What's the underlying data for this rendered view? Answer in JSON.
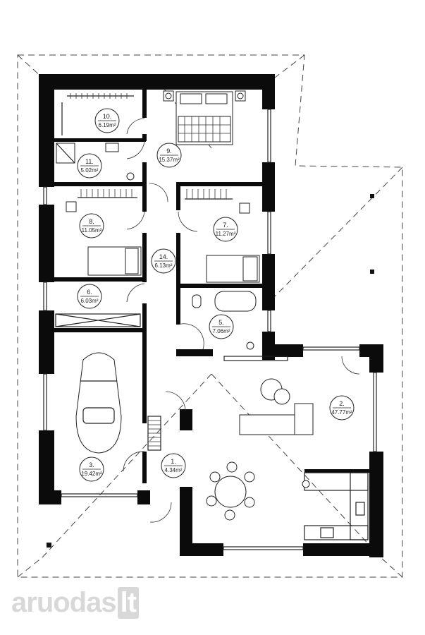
{
  "brand": {
    "name_main": "aruodas",
    "name_suffix": "lt"
  },
  "rooms": [
    {
      "id": "r10",
      "number": "10.",
      "area": "6.19m²"
    },
    {
      "id": "r11",
      "number": "11.",
      "area": "5.02m²"
    },
    {
      "id": "r9",
      "number": "9.",
      "area": "15.37m²"
    },
    {
      "id": "r8",
      "number": "8.",
      "area": "11.05m²"
    },
    {
      "id": "r7",
      "number": "7.",
      "area": "11.27m²"
    },
    {
      "id": "r14",
      "number": "14.",
      "area": "6.13m²"
    },
    {
      "id": "r6",
      "number": "6.",
      "area": "6.03m²"
    },
    {
      "id": "r5",
      "number": "5.",
      "area": "7.06m²"
    },
    {
      "id": "r2",
      "number": "2.",
      "area": "47.77m²"
    },
    {
      "id": "r3",
      "number": "3.",
      "area": "19.42m²"
    },
    {
      "id": "r1",
      "number": "1.",
      "area": "4.34m²"
    }
  ],
  "colors": {
    "wall": "#0b0b0b",
    "line": "#222222",
    "watermark": "#d8d8d8"
  }
}
